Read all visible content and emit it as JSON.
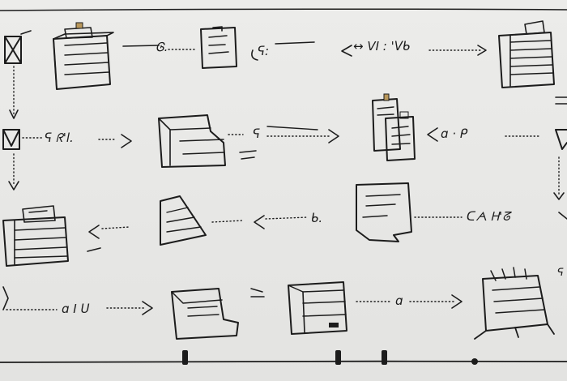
{
  "labels": {
    "l1": "Ꮆ.",
    "l2": "ᕋ:",
    "l3": "↔ VI : 'ᐯᑲ",
    "l4": "ᕋ ᖇ'l.",
    "l5": "ᕋ",
    "l6": "ɑ · ᑭ",
    "l7": "ᑲ.",
    "l8": "ᑕᗅ Ꮋ'ᘔ",
    "l9": "ɑ I ᑌ",
    "l10": "ɑ",
    "l11": "ᕋ"
  },
  "colors": {
    "ink": "#1c1c1c",
    "board": "#e9e9e7",
    "paper": "#f1f0ec",
    "tape": "#b9975a"
  }
}
